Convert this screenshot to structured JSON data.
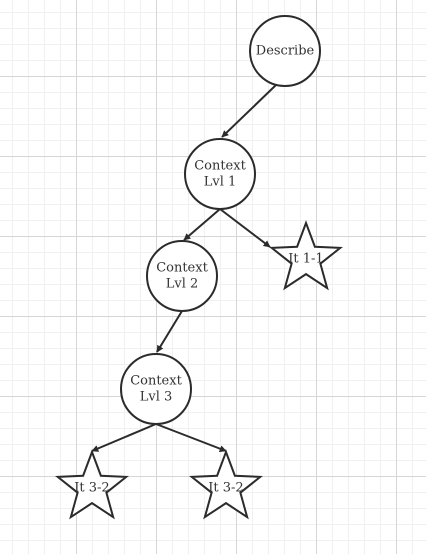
{
  "diagram": {
    "nodes": [
      {
        "id": "describe",
        "shape": "circle",
        "lines": [
          "Describe"
        ]
      },
      {
        "id": "ctx1",
        "shape": "circle",
        "lines": [
          "Context",
          "Lvl 1"
        ]
      },
      {
        "id": "ctx2",
        "shape": "circle",
        "lines": [
          "Context",
          "Lvl 2"
        ]
      },
      {
        "id": "ctx3",
        "shape": "circle",
        "lines": [
          "Context",
          "Lvl 3"
        ]
      },
      {
        "id": "it11",
        "shape": "star",
        "lines": [
          "It 1-1"
        ]
      },
      {
        "id": "it32a",
        "shape": "star",
        "lines": [
          "It 3-2"
        ]
      },
      {
        "id": "it32b",
        "shape": "star",
        "lines": [
          "It 3-2"
        ]
      }
    ],
    "edges": [
      {
        "from": "describe",
        "to": "ctx1"
      },
      {
        "from": "ctx1",
        "to": "ctx2"
      },
      {
        "from": "ctx1",
        "to": "it11"
      },
      {
        "from": "ctx2",
        "to": "ctx3"
      },
      {
        "from": "ctx3",
        "to": "it32a"
      },
      {
        "from": "ctx3",
        "to": "it32b"
      }
    ],
    "colors": {
      "stroke": "#2b2b2b",
      "fill": "#ffffff",
      "text": "#333333"
    }
  }
}
